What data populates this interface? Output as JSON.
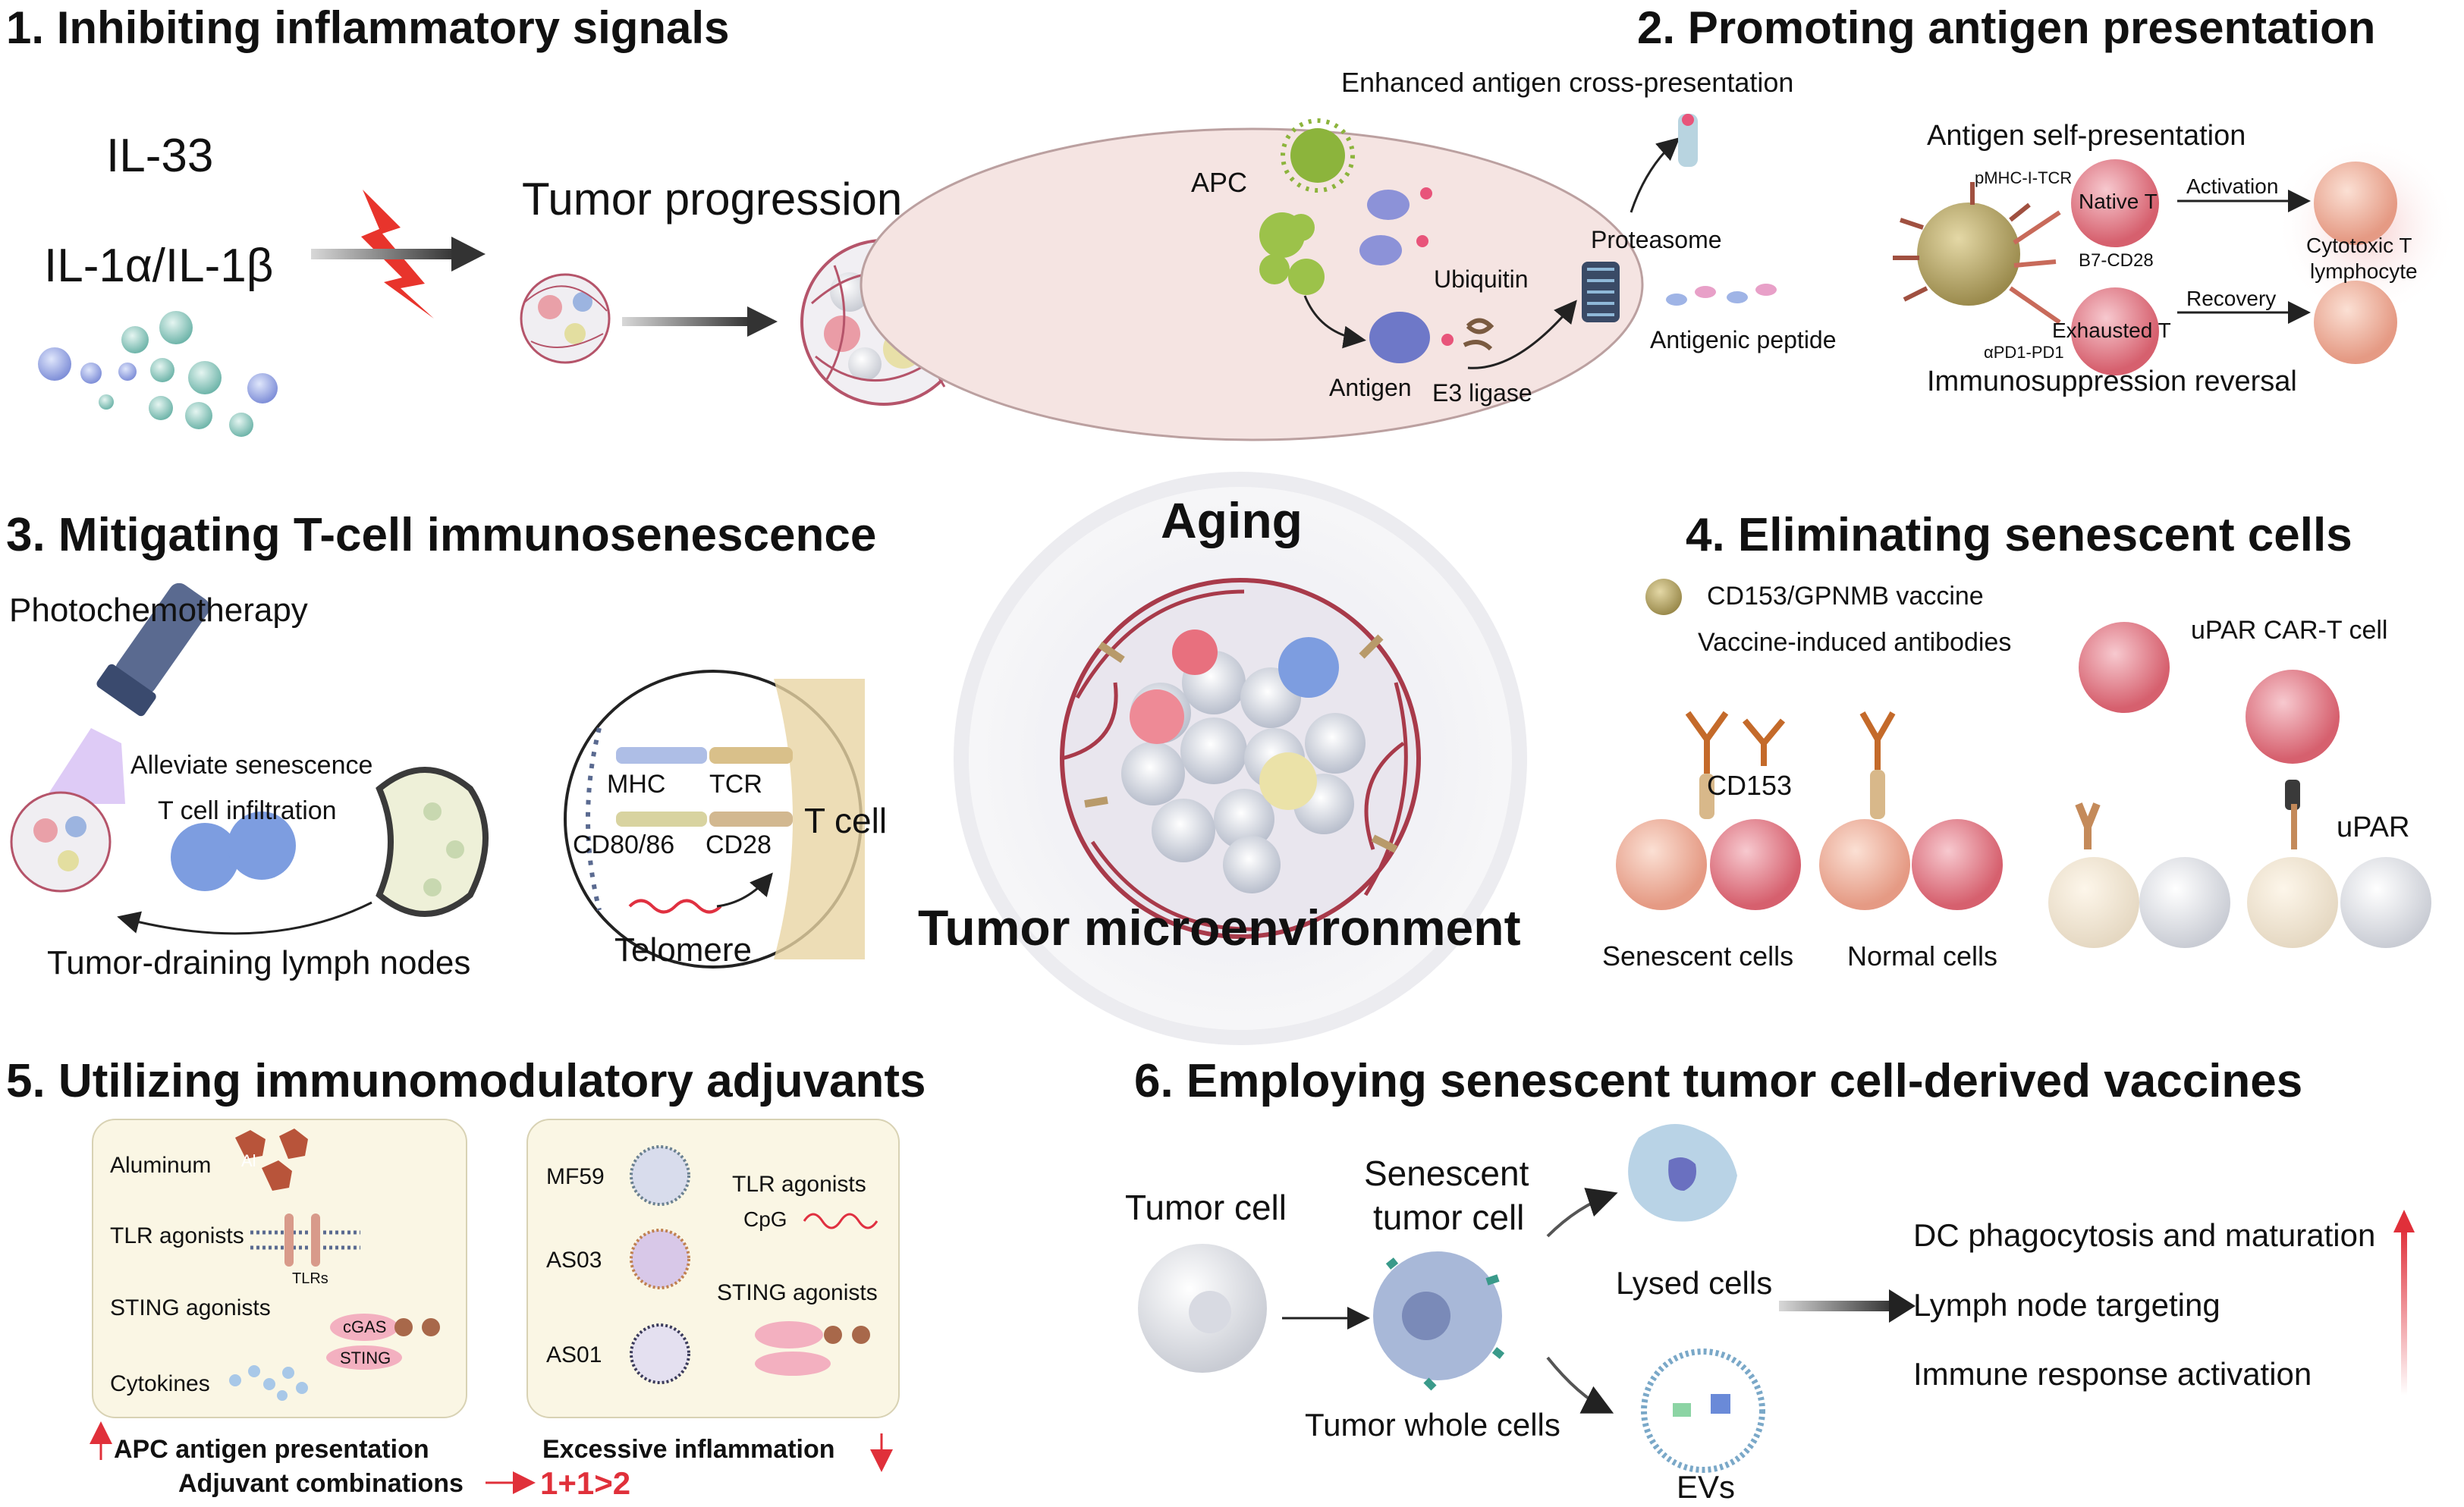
{
  "panel1": {
    "heading": "1. Inhibiting inflammatory signals",
    "il33": "IL-33",
    "il1": "IL-1α/IL-1β",
    "tumor_progression": "Tumor progression"
  },
  "panel2": {
    "heading": "2. Promoting antigen presentation",
    "cross_presentation": "Enhanced antigen cross-presentation",
    "apc": "APC",
    "proteasome": "Proteasome",
    "ubiquitin": "Ubiquitin",
    "antigen": "Antigen",
    "e3_ligase": "E3 ligase",
    "antigenic_peptide": "Antigenic peptide",
    "self_presentation": "Antigen self-presentation",
    "pmhc_tcr": "pMHC-I-TCR",
    "native_t": "Native T",
    "b7_cd28": "B7-CD28",
    "exhausted_t": "Exhausted T",
    "apd1_pd1": "αPD1-PD1",
    "activation": "Activation",
    "recovery": "Recovery",
    "cytotoxic_1": "Cytotoxic T",
    "cytotoxic_2": "lymphocyte",
    "immunosuppression": "Immunosuppression reversal"
  },
  "center": {
    "aging": "Aging",
    "tme": "Tumor microenvironment"
  },
  "panel3": {
    "heading": "3. Mitigating T-cell immunosenescence",
    "photochemotherapy": "Photochemotherapy",
    "alleviate": "Alleviate senescence",
    "infiltration": "T cell infiltration",
    "lymph_nodes": "Tumor-draining lymph nodes",
    "mhc": "MHC",
    "tcr": "TCR",
    "cd80": "CD80/86",
    "cd28": "CD28",
    "t_cell": "T cell",
    "telomere": "Telomere"
  },
  "panel4": {
    "heading": "4. Eliminating senescent cells",
    "vaccine": "CD153/GPNMB vaccine",
    "antibodies": "Vaccine-induced antibodies",
    "cd153": "CD153",
    "senescent_cells": "Senescent  cells",
    "normal_cells": "Normal  cells",
    "car_t": "uPAR CAR-T cell",
    "upar": "uPAR"
  },
  "panel5": {
    "heading": "5. Utilizing immunomodulatory adjuvants",
    "aluminum": "Aluminum",
    "al": "Al",
    "tlr_agonists": "TLR agonists",
    "tlrs": "TLRs",
    "sting_agonists": "STING agonists",
    "cgas": "cGAS",
    "sting": "STING",
    "cytokines": "Cytokines",
    "mf59": "MF59",
    "as03": "AS03",
    "as01": "AS01",
    "tlr_agonists_2": "TLR agonists",
    "cpg": "CpG",
    "sting_agonists_2": "STING agonists",
    "apc_presentation": "APC antigen presentation",
    "excessive_inflammation": "Excessive inflammation",
    "adjuvant_combinations": "Adjuvant combinations",
    "formula": "1+1>2"
  },
  "panel6": {
    "heading": "6. Employing senescent tumor cell-derived vaccines",
    "tumor_cell": "Tumor cell",
    "senescent_1": "Senescent",
    "senescent_2": "tumor cell",
    "lysed_cells": "Lysed cells",
    "tumor_whole_cells": "Tumor whole cells",
    "evs": "EVs",
    "dc_phagocytosis": "DC phagocytosis and maturation",
    "lymph_targeting": "Lymph node targeting",
    "immune_activation": "Immune response activation"
  },
  "colors": {
    "red_accent": "#e0303a",
    "tumor_vessel": "#a83a4a",
    "apc_green": "#8cb43c",
    "t_cell_pink": "#d96a78",
    "cytotoxic_peach": "#e8a890",
    "panel_cream": "#faf6e4"
  }
}
